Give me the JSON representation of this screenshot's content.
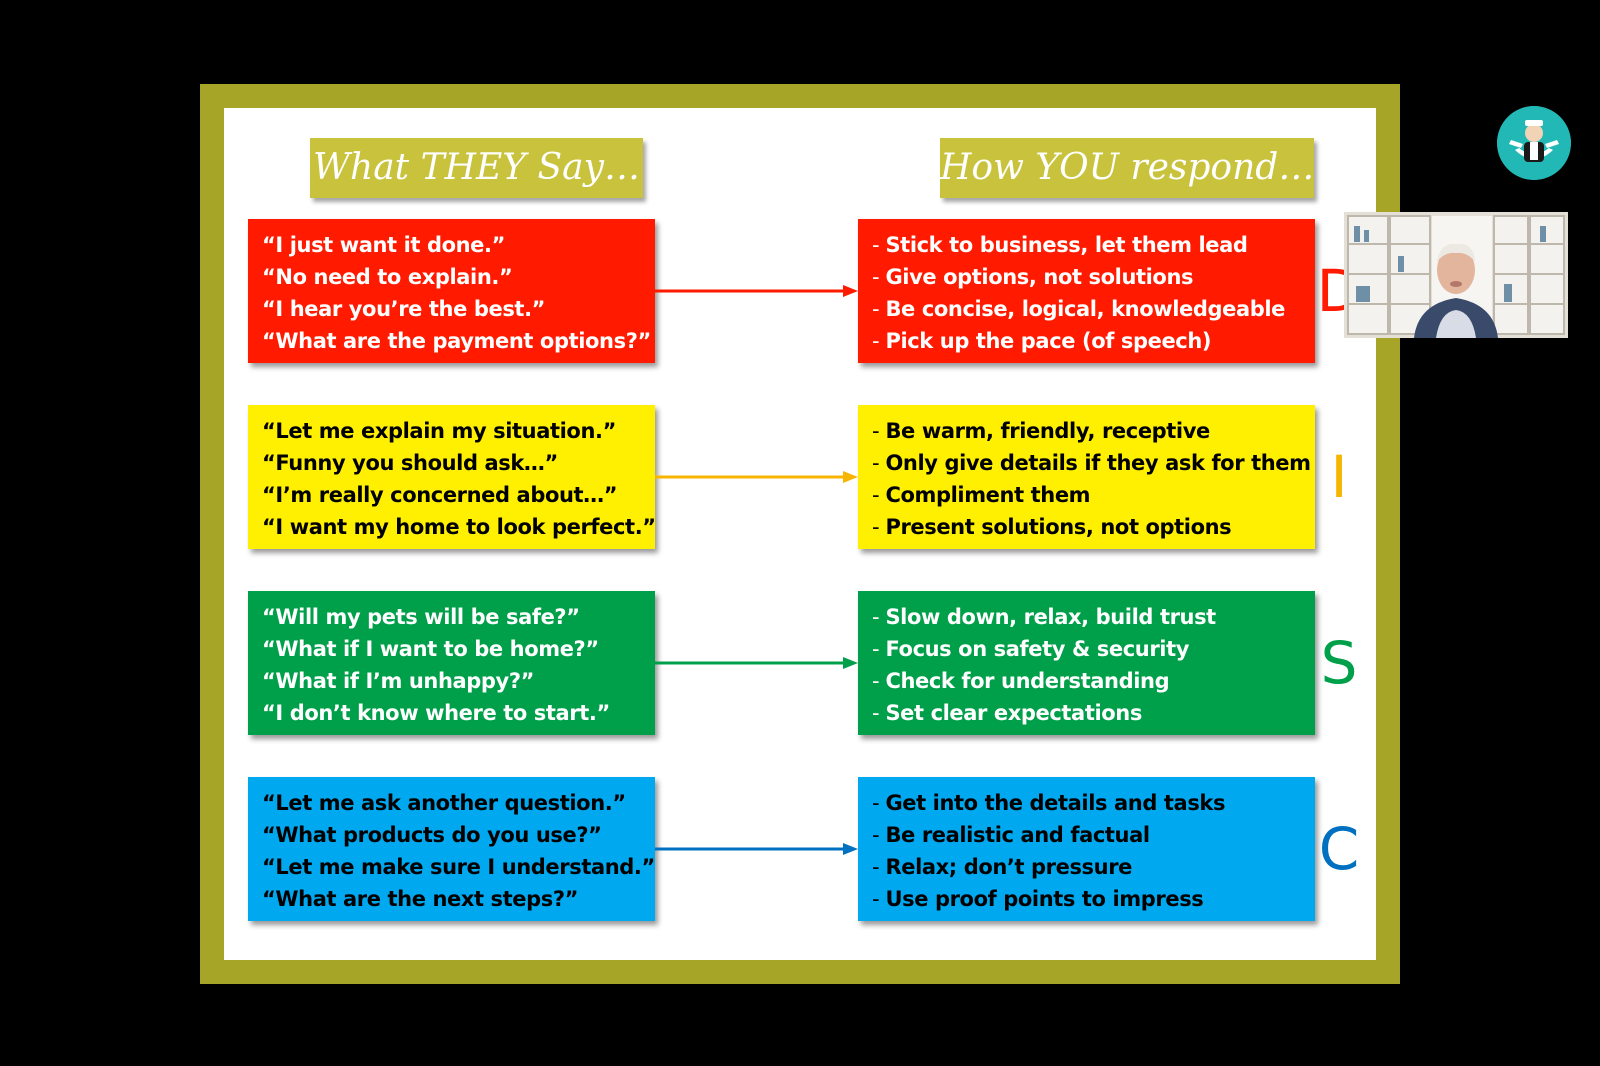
{
  "slide": {
    "left_header": "What THEY Say…",
    "right_header": "How YOU respond…",
    "rows": [
      {
        "color": "#ff1a00",
        "text_color": "#ffffff",
        "arrow_color": "#ff1a00",
        "letter": "D",
        "letter_color": "#ff1a00",
        "quotes": [
          "“I just want it done.”",
          "“No need to explain.”",
          "“I hear you’re the best.”",
          "“What are the payment options?”"
        ],
        "responses": [
          "Stick to business, let them lead",
          "Give options, not  solutions",
          "Be concise, logical, knowledgeable",
          "Pick up the pace (of speech)"
        ]
      },
      {
        "color": "#ffef00",
        "text_color": "#000000",
        "arrow_color": "#f7b500",
        "letter": "I",
        "letter_color": "#f7b500",
        "quotes": [
          "“Let me explain my situation.”",
          "“Funny you should ask…”",
          "“I’m really concerned about…”",
          "“I want my home to look perfect.”"
        ],
        "responses": [
          "Be warm, friendly, receptive",
          "Only give details if they ask for them",
          "Compliment them",
          "Present solutions, not options"
        ]
      },
      {
        "color": "#00a04a",
        "text_color": "#ffffff",
        "arrow_color": "#00a04a",
        "letter": "S",
        "letter_color": "#00a04a",
        "quotes": [
          "“Will my pets will be safe?”",
          "“What if I want to be home?”",
          "“What if I’m unhappy?”",
          "“I don’t know where to start.”"
        ],
        "responses": [
          "Slow down, relax, build trust",
          "Focus on safety & security",
          "Check for understanding",
          "Set clear expectations"
        ]
      },
      {
        "color": "#00a8f0",
        "text_color": "#000000",
        "arrow_color": "#0070c0",
        "letter": "C",
        "letter_color": "#0070c0",
        "quotes": [
          "“Let me ask another question.”",
          "“What products do you use?”",
          "“Let me make sure I understand.”",
          "“What are the next steps?”"
        ],
        "responses": [
          "Get into the details and tasks",
          "Be realistic and factual",
          "Relax; don’t pressure",
          "Use proof points to impress"
        ]
      }
    ]
  },
  "overlay": {
    "logo_icon": "butler-logo-icon",
    "video_label": "participant-video"
  }
}
